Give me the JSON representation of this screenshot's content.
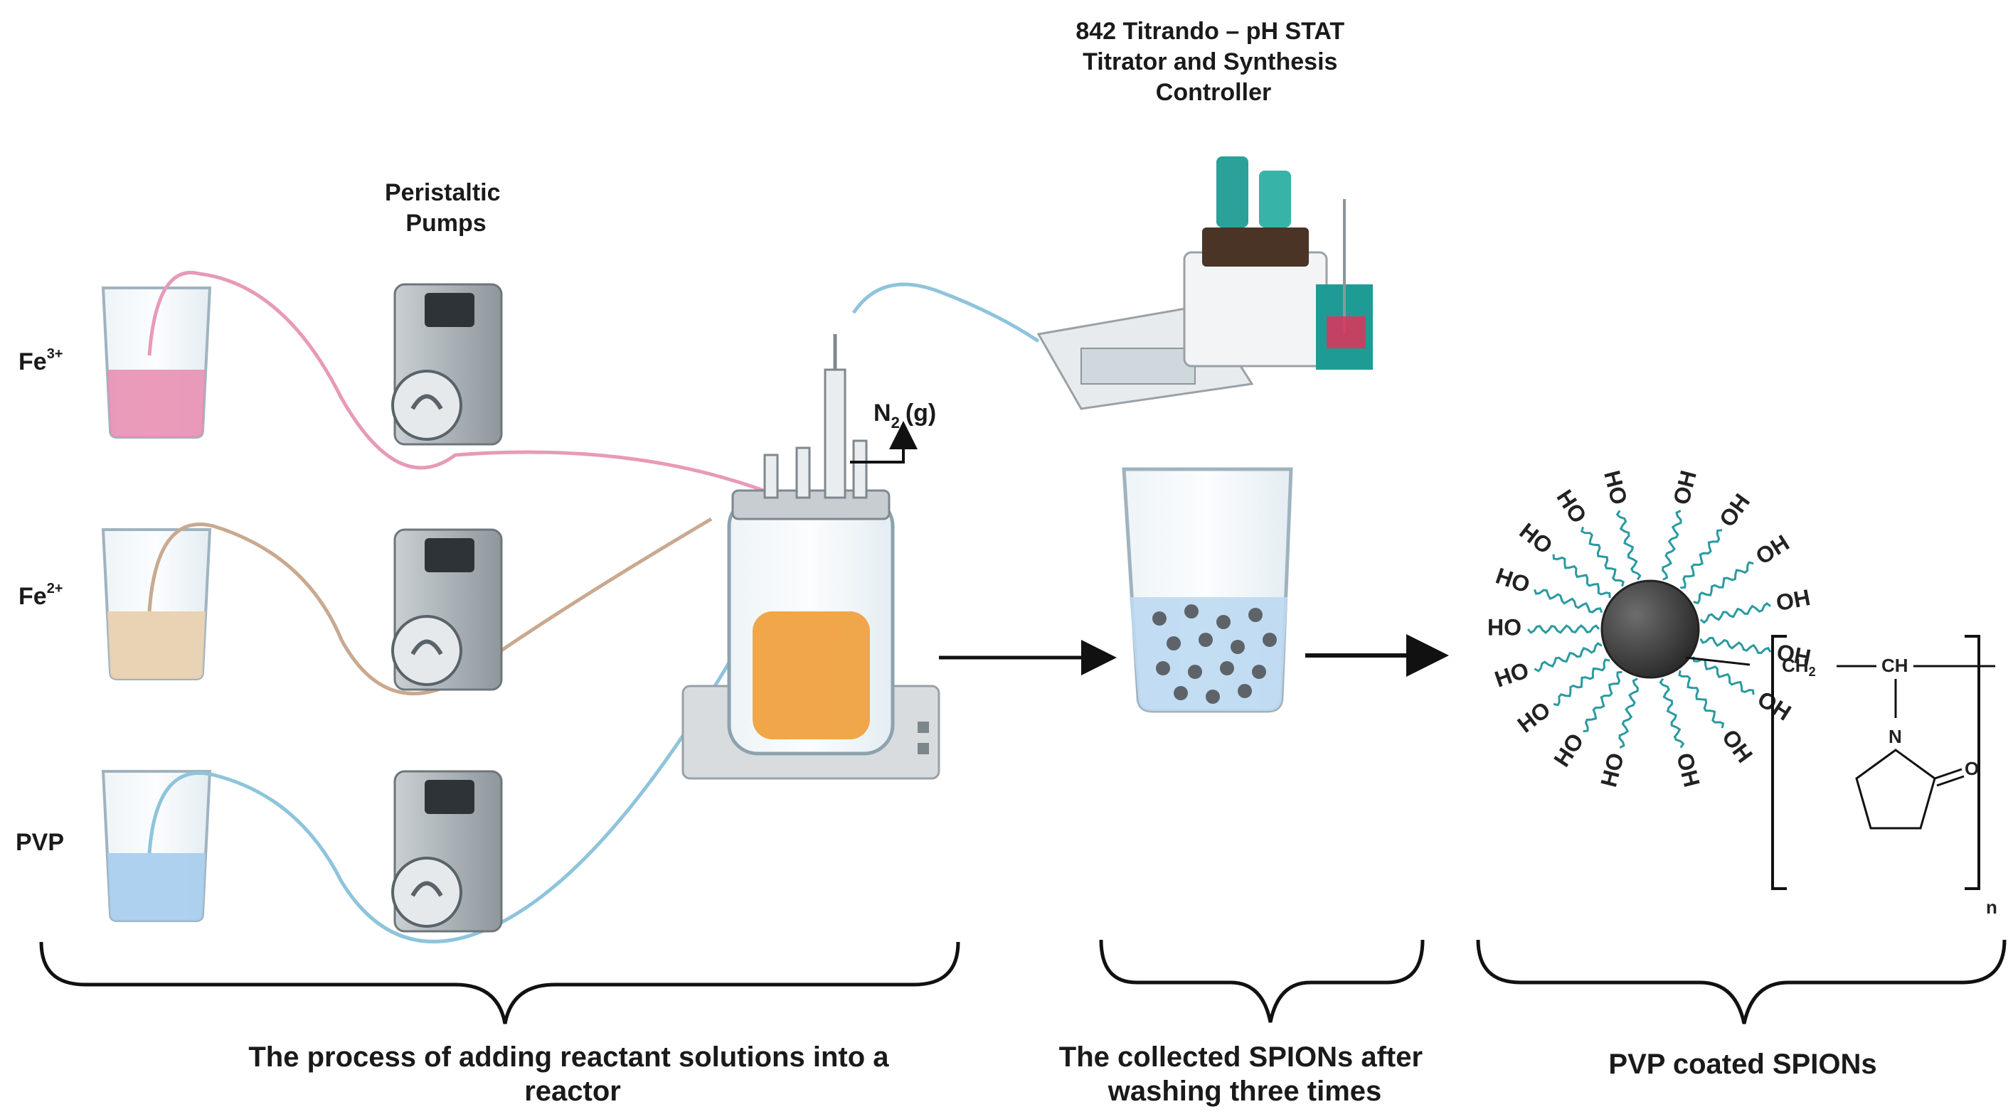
{
  "reagents": [
    {
      "label": "Fe",
      "charge": "3+",
      "liquid_color": "#e98fb2",
      "tube_color": "#e79ab8"
    },
    {
      "label": "Fe",
      "charge": "2+",
      "liquid_color": "#e8d1b0",
      "tube_color": "#c9a98f"
    },
    {
      "label": "PVP",
      "charge": "",
      "liquid_color": "#a9cfee",
      "tube_color": "#8ec4dc"
    }
  ],
  "pumps_label": [
    "Peristaltic",
    "Pumps"
  ],
  "titrator_label": [
    "842 Titrando – pH STAT",
    "Titrator and Synthesis",
    "Controller"
  ],
  "gas": {
    "symbol": "N",
    "subscript": "2",
    "state": "(g)"
  },
  "reactor_liquid_color": "#f0a03a",
  "particle": {
    "left_groups": [
      "HO",
      "HO",
      "HO",
      "HO",
      "HO",
      "HO",
      "HO",
      "HO",
      "HO"
    ],
    "right_groups": [
      "OH",
      "OH",
      "OH",
      "OH",
      "OH",
      "OH",
      "OH",
      "OH"
    ],
    "core_color": "#3a3a3a",
    "ligand_color": "#2a9aa0"
  },
  "polymer": {
    "ch2": "CH",
    "ch2_sub": "2",
    "ch": "CH",
    "n_atom": "N",
    "o_atom": "O",
    "repeat": "n"
  },
  "captions": {
    "process": [
      "The process of adding reactant solutions into a",
      "reactor"
    ],
    "collected": [
      "The collected SPIONs after",
      "washing three times"
    ],
    "coated": [
      "PVP coated SPIONs"
    ]
  }
}
